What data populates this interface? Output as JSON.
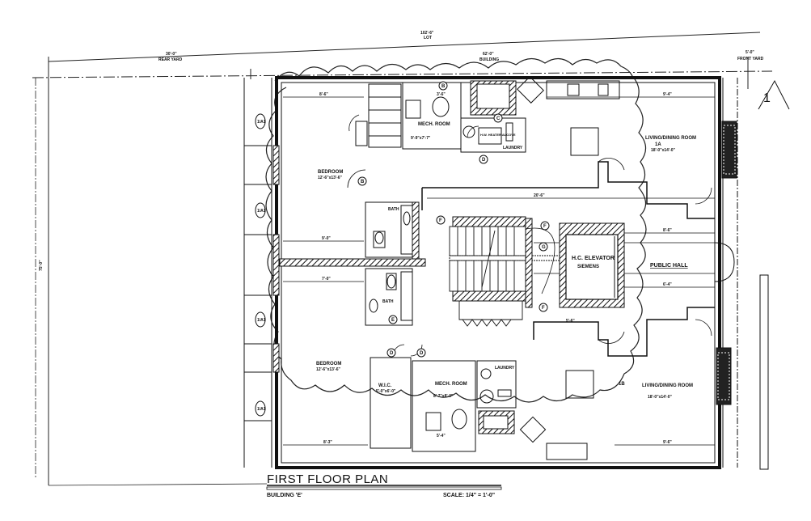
{
  "plan": {
    "title": "FIRST FLOOR PLAN",
    "building": "BUILDING 'E'",
    "scale": "SCALE: 1/4\" = 1'-0\"",
    "north_marker": "1"
  },
  "dimensions": {
    "overall_width": "102'-6\"",
    "overall_sub": "LOT",
    "rear_yard": "30'-0\"",
    "rear_yard_label": "REAR YARD",
    "building_width": "62'-0\"",
    "building_label": "BUILDING",
    "front_yard": "5'-0\"",
    "front_yard_label": "FRONT YARD",
    "overall_depth": "75'-0\""
  },
  "rooms": [
    {
      "id": "bedroom-top",
      "name": "BEDROOM",
      "size": "12'-6\"x13'-6\""
    },
    {
      "id": "mech-room-top",
      "name": "MECH. ROOM",
      "size": "9'-9\"x7'-7\""
    },
    {
      "id": "laundry-top",
      "name": "LAUNDRY"
    },
    {
      "id": "heat-alcove-top",
      "name": "H.W. HEATER ALCOVE"
    },
    {
      "id": "living-top",
      "name": "LIVING/DINING ROOM",
      "size": "18'-0\"x14'-0\""
    },
    {
      "id": "bath-top",
      "name": "BATH"
    },
    {
      "id": "bath-bottom",
      "name": "BATH"
    },
    {
      "id": "elevator",
      "name": "H.C. ELEVATOR",
      "sub": "SIEMENS"
    },
    {
      "id": "public-hall",
      "name": "PUBLIC HALL"
    },
    {
      "id": "bedroom-bottom",
      "name": "BEDROOM",
      "size": "12'-6\"x13'-6\""
    },
    {
      "id": "wic",
      "name": "W.I.C.",
      "size": "5'-0\"x6'-0\""
    },
    {
      "id": "mech-room-bottom",
      "name": "MECH. ROOM",
      "size": "8'-7\"x8'-0\""
    },
    {
      "id": "laundry-bottom",
      "name": "LAUNDRY"
    },
    {
      "id": "living-bottom",
      "name": "LIVING/DINING ROOM",
      "size": "18'-0\"x14'-0\""
    }
  ],
  "window_tags": [
    "1/A1",
    "1/A1",
    "1/A1",
    "1/A1"
  ],
  "door_tags": [
    "B",
    "D",
    "F",
    "G",
    "F",
    "F",
    "D",
    "E",
    "D",
    "C",
    "B"
  ],
  "interior_dims": [
    "8'-6\"",
    "3'-6\"",
    "9'-0\"",
    "20'-6\"",
    "7'-0\"",
    "5'-4\"",
    "9'-4\"",
    "8'-6\"",
    "6'-4\"",
    "8'-3\"",
    "5'-6\"",
    "9'-6\""
  ],
  "unit_tags": [
    "1A",
    "1B"
  ]
}
